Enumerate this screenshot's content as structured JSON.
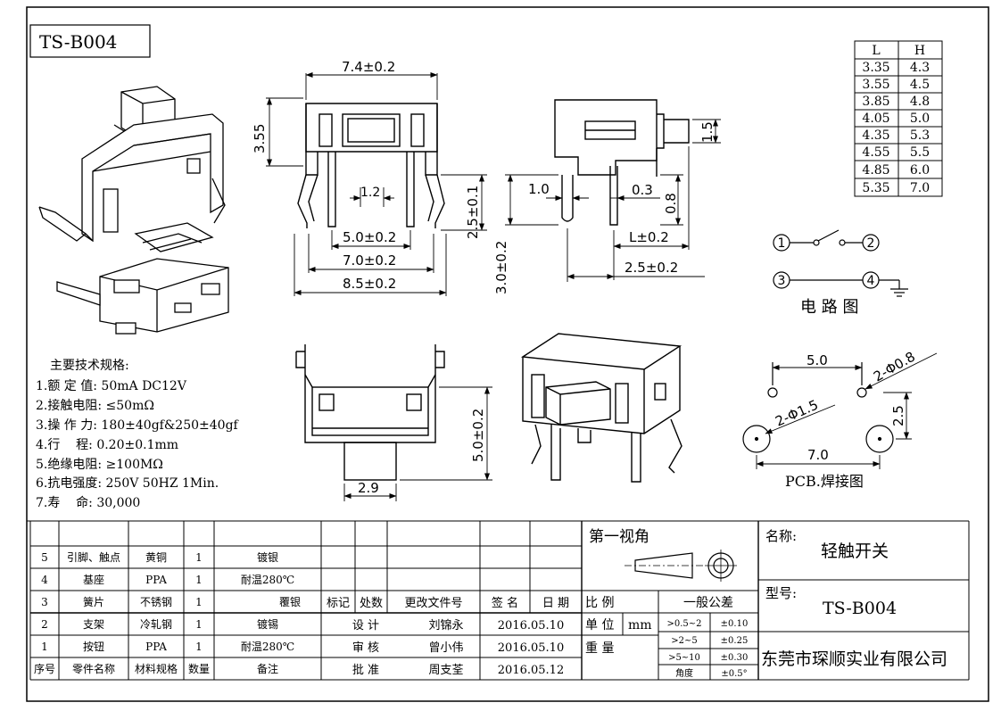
{
  "title_box": "TS-B004",
  "lh_table": {
    "headers": [
      "L",
      "H"
    ],
    "rows": [
      [
        "3.35",
        "4.3"
      ],
      [
        "3.55",
        "4.5"
      ],
      [
        "3.85",
        "4.8"
      ],
      [
        "4.05",
        "5.0"
      ],
      [
        "4.35",
        "5.3"
      ],
      [
        "4.55",
        "5.5"
      ],
      [
        "4.85",
        "6.0"
      ],
      [
        "5.35",
        "7.0"
      ]
    ]
  },
  "dims": {
    "d74": "7.4±0.2",
    "d355": "3.55",
    "d12": "1.2",
    "d50": "5.0±0.2",
    "d70": "7.0±0.2",
    "d85": "8.5±0.2",
    "d25v": "2.5±0.1",
    "d30": "3.0±0.2",
    "d10": "1.0",
    "d03": "0.3",
    "d08": "0.8",
    "d15": "1.5",
    "dL": "L±0.2",
    "d25h": "2.5±0.2",
    "d50v": "5.0±0.2",
    "d29": "2.9"
  },
  "circuit": {
    "n1": "1",
    "n2": "2",
    "n3": "3",
    "n4": "4",
    "label": "电 路 图"
  },
  "pcb": {
    "d50": "5.0",
    "dphi08": "2-Φ0.8",
    "dphi15": "2-Φ1.5",
    "d25": "2.5",
    "d70": "7.0",
    "label": "PCB.焊接图"
  },
  "specs": {
    "heading": "主要技术规格:",
    "lines": [
      "1.额 定 值: 50mA DC12V",
      "2.接触电阻: ≤50mΩ",
      "3.操 作 力: 180±40gf&250±40gf",
      "4.行    程: 0.20±0.1mm",
      "5.绝缘电阻: ≥100MΩ",
      "6.抗电强度: 250V 50HZ 1Min.",
      "7.寿    命: 30,000"
    ]
  },
  "bom": {
    "rows": [
      [
        "5",
        "引脚、触点",
        "黄铜",
        "1",
        "镀银"
      ],
      [
        "4",
        "基座",
        "PPA",
        "1",
        "耐温280℃"
      ],
      [
        "3",
        "簧片",
        "不锈钢",
        "1",
        "覆银"
      ],
      [
        "2",
        "支架",
        "冷轧钢",
        "1",
        "镀锡"
      ],
      [
        "1",
        "按钮",
        "PPA",
        "1",
        "耐温280℃"
      ]
    ],
    "header": [
      "序号",
      "零件名称",
      "材料规格",
      "数量",
      "备注"
    ]
  },
  "revision": {
    "headers": [
      "标记",
      "处数",
      "更改文件号",
      "签 名",
      "日 期"
    ],
    "design": [
      "设 计",
      "刘锦永",
      "2016.05.10"
    ],
    "review": [
      "审 核",
      "曾小伟",
      "2016.05.10"
    ],
    "approve": [
      "批 准",
      "周支荃",
      "2016.05.12"
    ]
  },
  "projection": {
    "label": "第一视角"
  },
  "info": {
    "scale": "比 例",
    "unit": "单 位",
    "unit_val": "mm",
    "weight": "重 量",
    "tol_title": "一般公差",
    "tol": [
      [
        ">0.5~2",
        "±0.10"
      ],
      [
        ">2~5",
        "±0.25"
      ],
      [
        ">5~10",
        "±0.30"
      ],
      [
        "角度",
        "±0.5°"
      ]
    ],
    "name_label": "名称:",
    "name": "轻触开关",
    "model_label": "型号:",
    "model": "TS-B004",
    "company": "东莞市琛顺实业有限公司"
  }
}
